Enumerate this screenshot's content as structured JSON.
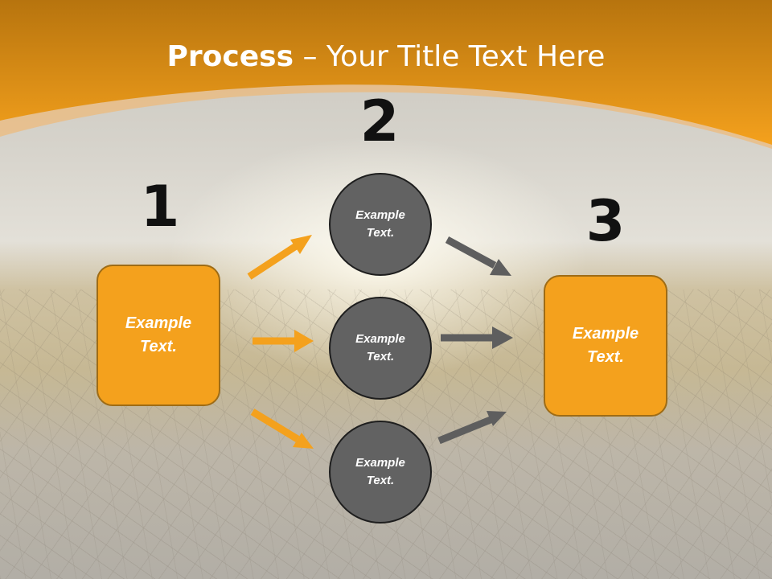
{
  "title": {
    "bold": "Process",
    "rest": " – Your Title Text Here"
  },
  "steps": {
    "one": {
      "number": "1",
      "text": "Example Text."
    },
    "two": {
      "number": "2",
      "items": [
        "Example Text.",
        "Example Text.",
        "Example Text."
      ]
    },
    "three": {
      "number": "3",
      "text": "Example Text."
    }
  },
  "colors": {
    "accent": "#f4a11d",
    "circle": "#626262",
    "arrow_gray": "#5e5e5e"
  }
}
